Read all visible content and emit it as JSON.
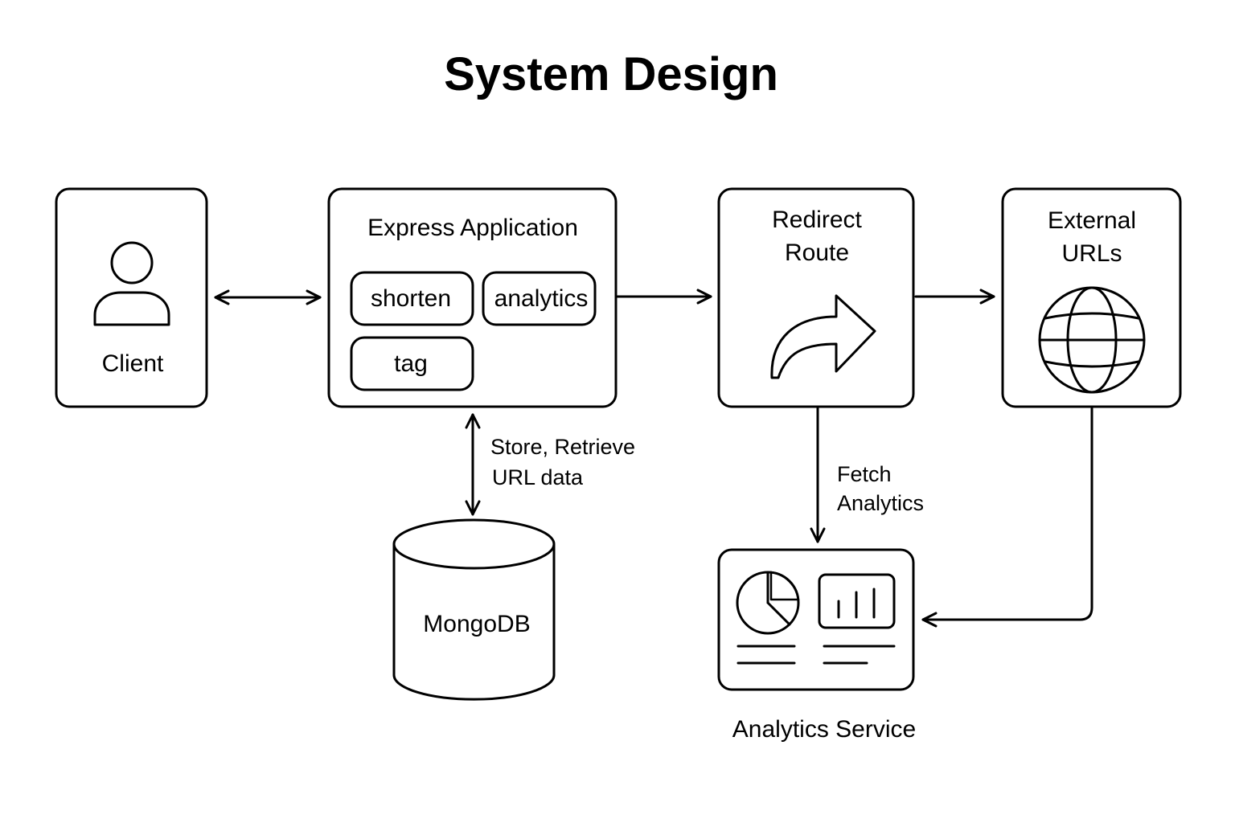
{
  "title": "System Design",
  "nodes": {
    "client": {
      "label": "Client",
      "icon": "user-icon"
    },
    "express": {
      "label": "Express Application",
      "modules": [
        "shorten",
        "analytics",
        "tag"
      ]
    },
    "redirect": {
      "label_line1": "Redirect",
      "label_line2": "Route",
      "icon": "redirect-arrow-icon"
    },
    "external": {
      "label_line1": "External",
      "label_line2": "URLs",
      "icon": "globe-icon"
    },
    "mongodb": {
      "label": "MongoDB",
      "icon": "database-cylinder-icon"
    },
    "analytics_service": {
      "label": "Analytics Service",
      "icon": "dashboard-icon"
    }
  },
  "edges": {
    "store_retrieve": {
      "line1": "Store, Retrieve",
      "line2": "URL data"
    },
    "fetch_analytics": {
      "line1": "Fetch",
      "line2": "Analytics"
    }
  }
}
